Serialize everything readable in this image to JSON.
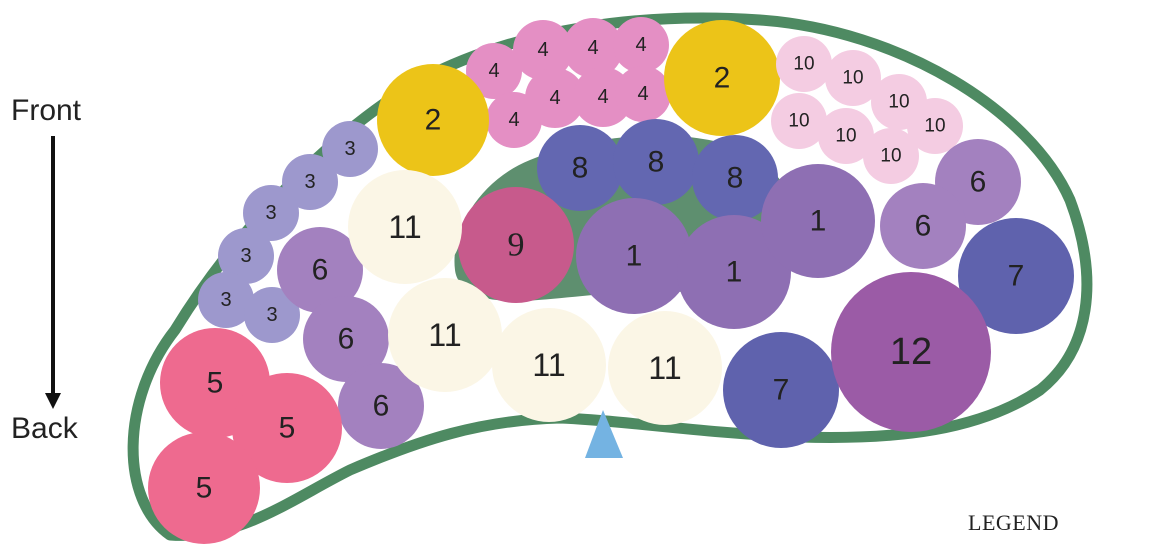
{
  "orientation": {
    "front": "Front",
    "back": "Back"
  },
  "legend": {
    "label": "LEGEND"
  },
  "colors": {
    "bed_border": "#4e8a62",
    "bed_fill": "#ffffff",
    "inner_mound": "#5e8f6f",
    "viewpoint_marker": "#74b3e2"
  },
  "plants": [
    {
      "label": "4",
      "color": "#e48fc4"
    },
    {
      "label": "4",
      "color": "#e48fc4"
    },
    {
      "label": "4",
      "color": "#e48fc4"
    },
    {
      "label": "4",
      "color": "#e48fc4"
    },
    {
      "label": "4",
      "color": "#e48fc4"
    },
    {
      "label": "4",
      "color": "#e48fc4"
    },
    {
      "label": "4",
      "color": "#e48fc4"
    },
    {
      "label": "4",
      "color": "#e48fc4"
    },
    {
      "label": "2",
      "color": "#ecc418"
    },
    {
      "label": "2",
      "color": "#ecc418"
    },
    {
      "label": "10",
      "color": "#f4cce2"
    },
    {
      "label": "10",
      "color": "#f4cce2"
    },
    {
      "label": "10",
      "color": "#f4cce2"
    },
    {
      "label": "10",
      "color": "#f4cce2"
    },
    {
      "label": "10",
      "color": "#f4cce2"
    },
    {
      "label": "10",
      "color": "#f4cce2"
    },
    {
      "label": "10",
      "color": "#f4cce2"
    },
    {
      "label": "3",
      "color": "#9d98cd"
    },
    {
      "label": "3",
      "color": "#9d98cd"
    },
    {
      "label": "3",
      "color": "#9d98cd"
    },
    {
      "label": "3",
      "color": "#9d98cd"
    },
    {
      "label": "3",
      "color": "#9d98cd"
    },
    {
      "label": "3",
      "color": "#9d98cd"
    },
    {
      "label": "8",
      "color": "#6367b1"
    },
    {
      "label": "8",
      "color": "#6367b1"
    },
    {
      "label": "8",
      "color": "#6367b1"
    },
    {
      "label": "9",
      "color": "#c75a8c"
    },
    {
      "label": "1",
      "color": "#8e6fb3"
    },
    {
      "label": "1",
      "color": "#8e6fb3"
    },
    {
      "label": "1",
      "color": "#8e6fb3"
    },
    {
      "label": "6",
      "color": "#a381bf"
    },
    {
      "label": "6",
      "color": "#a381bf"
    },
    {
      "label": "6",
      "color": "#a381bf"
    },
    {
      "label": "6",
      "color": "#a381bf"
    },
    {
      "label": "6",
      "color": "#a381bf"
    },
    {
      "label": "7",
      "color": "#5f62ad"
    },
    {
      "label": "7",
      "color": "#5f62ad"
    },
    {
      "label": "12",
      "color": "#9b5ba6"
    },
    {
      "label": "11",
      "color": "#fbf6e6"
    },
    {
      "label": "11",
      "color": "#fbf6e6"
    },
    {
      "label": "11",
      "color": "#fbf6e6"
    },
    {
      "label": "11",
      "color": "#fbf6e6"
    },
    {
      "label": "5",
      "color": "#ee6a8f"
    },
    {
      "label": "5",
      "color": "#ee6a8f"
    },
    {
      "label": "5",
      "color": "#ee6a8f"
    }
  ]
}
